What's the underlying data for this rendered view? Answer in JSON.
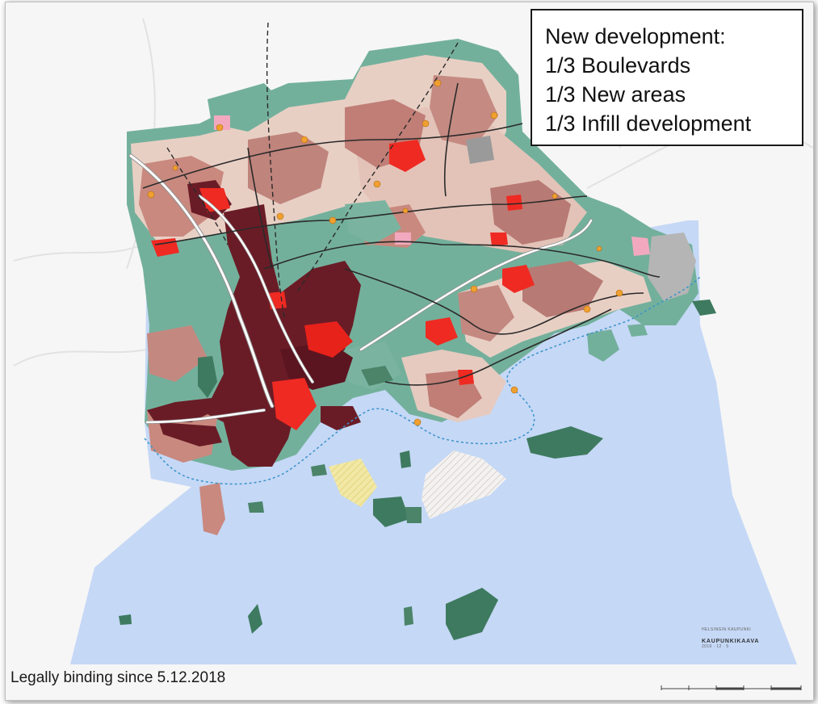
{
  "map": {
    "legend": {
      "lines": [
        "New development:",
        "1/3 Boulevards",
        "1/3 New areas",
        "1/3 Infill development"
      ]
    },
    "caption": "Legally binding since 5.12.2018",
    "title_block": {
      "org": "HELSINGIN KAUPUNKI",
      "title": "KAUPUNKIKAAVA",
      "subtitle": "2016 · 12 · 5"
    },
    "colors": {
      "sea": "#c5d8f6",
      "land_white": "#f6f6f6",
      "green": "#73b09c",
      "green_dark": "#3e7a5f",
      "residential_light": "#e8cfc4",
      "residential_mid": "#c9897f",
      "residential_dark": "#b87a74",
      "urban_core": "#6a1c26",
      "centre": "#ef2a22",
      "special_pink": "#f2a9bf",
      "industrial_grey": "#b5b5b5",
      "yellow_area": "#f2e8a6",
      "hatched_island": "#f4f2f0",
      "transit_node": "#f0a030"
    }
  }
}
